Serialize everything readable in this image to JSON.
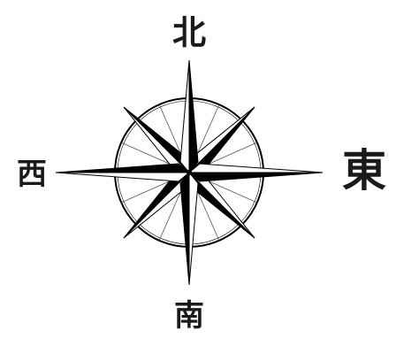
{
  "compass": {
    "points": 16,
    "has_ring": true,
    "colors": {
      "ink": "#000000",
      "paper": "#ffffff",
      "minor_ray": "#555555"
    },
    "direction_glyphs": [
      {
        "id": "north",
        "text": "北",
        "style": "ornate blackletter glyph"
      },
      {
        "id": "east",
        "text": "東",
        "style": "ornate blackletter glyph"
      },
      {
        "id": "south",
        "text": "南",
        "style": "ornate blackletter glyph"
      },
      {
        "id": "west",
        "text": "西",
        "style": "ornate blackletter glyph"
      }
    ]
  }
}
